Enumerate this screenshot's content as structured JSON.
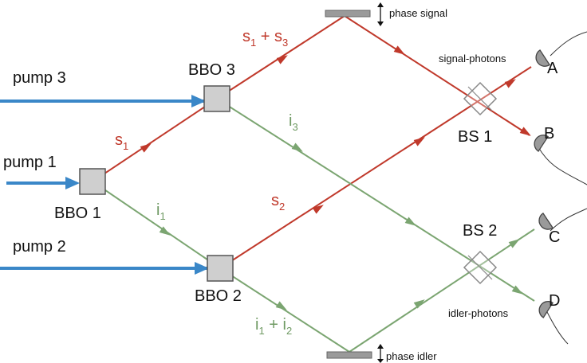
{
  "colors": {
    "pump": "#3a87c8",
    "signal": "#c0392b",
    "idler": "#7ba571",
    "crystal_fill": "#cfcfcf",
    "detector_fill": "#9a9a9a",
    "mirror_fill": "#9a9a9a"
  },
  "pumps": {
    "pump3": "pump 3",
    "pump1": "pump 1",
    "pump2": "pump 2"
  },
  "crystals": {
    "bbo1": "BBO 1",
    "bbo2": "BBO 2",
    "bbo3": "BBO 3"
  },
  "beam_splitters": {
    "bs1": "BS 1",
    "bs2": "BS 2"
  },
  "mirrors": {
    "phase_signal": "phase signal",
    "phase_idler": "phase idler"
  },
  "photon_groups": {
    "signal_photons": "signal-photons",
    "idler_photons": "idler-photons"
  },
  "detectors": {
    "a": "A",
    "b": "B",
    "c": "C",
    "d": "D"
  },
  "beams": {
    "s1": {
      "base": "s",
      "sub": "1"
    },
    "s2": {
      "base": "s",
      "sub": "2"
    },
    "s1_s3": {
      "base1": "s",
      "sub1": "1",
      "op": " + ",
      "base2": "s",
      "sub2": "3"
    },
    "i1": {
      "base": "i",
      "sub": "1"
    },
    "i3": {
      "base": "i",
      "sub": "3"
    },
    "i1_i2": {
      "base1": "i",
      "sub1": "1",
      "op": " + ",
      "base2": "i",
      "sub2": "2"
    }
  }
}
